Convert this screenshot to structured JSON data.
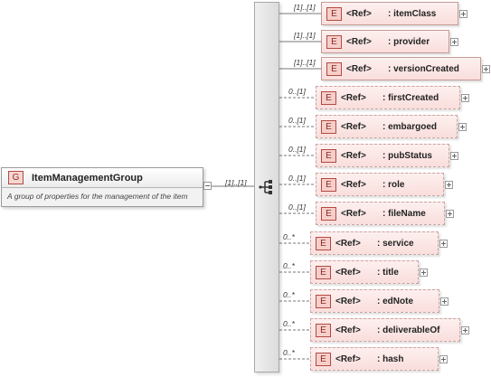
{
  "group": {
    "badge": "G",
    "name": "ItemManagementGroup",
    "description": "A group of properties for the management of the item",
    "cardinality": "[1]..[1]"
  },
  "elements": [
    {
      "badge": "E",
      "ref": "<Ref>",
      "name": ": itemClass",
      "cardinality": "[1]..[1]",
      "optional": false
    },
    {
      "badge": "E",
      "ref": "<Ref>",
      "name": ": provider",
      "cardinality": "[1]..[1]",
      "optional": false
    },
    {
      "badge": "E",
      "ref": "<Ref>",
      "name": ": versionCreated",
      "cardinality": "[1]..[1]",
      "optional": false
    },
    {
      "badge": "E",
      "ref": "<Ref>",
      "name": ": firstCreated",
      "cardinality": "0..[1]",
      "optional": true
    },
    {
      "badge": "E",
      "ref": "<Ref>",
      "name": ": embargoed",
      "cardinality": "0..[1]",
      "optional": true
    },
    {
      "badge": "E",
      "ref": "<Ref>",
      "name": ": pubStatus",
      "cardinality": "0..[1]",
      "optional": true
    },
    {
      "badge": "E",
      "ref": "<Ref>",
      "name": ": role",
      "cardinality": "0..[1]",
      "optional": true
    },
    {
      "badge": "E",
      "ref": "<Ref>",
      "name": ": fileName",
      "cardinality": "0..[1]",
      "optional": true
    },
    {
      "badge": "E",
      "ref": "<Ref>",
      "name": ": service",
      "cardinality": "0..*",
      "optional": true
    },
    {
      "badge": "E",
      "ref": "<Ref>",
      "name": ": title",
      "cardinality": "0..*",
      "optional": true
    },
    {
      "badge": "E",
      "ref": "<Ref>",
      "name": ": edNote",
      "cardinality": "0..*",
      "optional": true
    },
    {
      "badge": "E",
      "ref": "<Ref>",
      "name": ": deliverableOf",
      "cardinality": "0..*",
      "optional": true
    },
    {
      "badge": "E",
      "ref": "<Ref>",
      "name": ": hash",
      "cardinality": "0..*",
      "optional": true
    }
  ]
}
